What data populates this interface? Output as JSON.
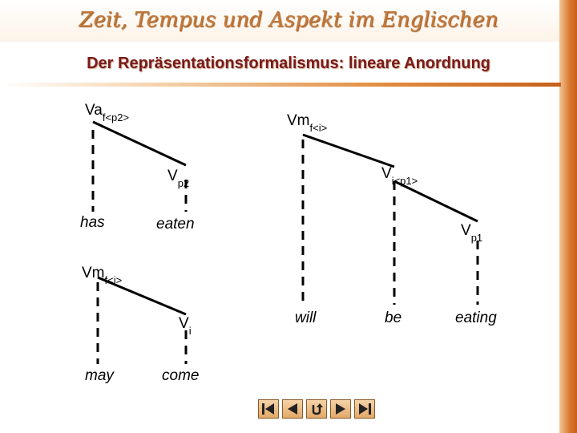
{
  "header": {
    "title": "Zeit, Tempus und Aspekt im Englischen"
  },
  "slide": {
    "title": "Der Repräsentationsformalismus: lineare Anordnung"
  },
  "nodes": {
    "va_f_p2": {
      "main": "Va",
      "sub": "f<p2>"
    },
    "vm_f_i_top": {
      "main": "Vm",
      "sub": "f<i>"
    },
    "v_p2": {
      "main": "V",
      "sub": "p2"
    },
    "v_i_p1": {
      "main": "V",
      "sub": "i<p1>"
    },
    "v_p1": {
      "main": "V",
      "sub": "p1"
    },
    "vm_f_i_bottom": {
      "main": "Vm",
      "sub": "f<i>"
    },
    "v_i": {
      "main": "V",
      "sub": "i"
    }
  },
  "leaves": {
    "has": "has",
    "eaten": "eaten",
    "may": "may",
    "come": "come",
    "will": "will",
    "be": "be",
    "eating": "eating"
  },
  "navigation": {
    "buttons": [
      "first-slide",
      "previous-slide",
      "return",
      "next-slide",
      "last-slide"
    ]
  },
  "colors": {
    "accent": "#d9762a",
    "title": "#7a1a1a",
    "header_text": "#c47a3c"
  }
}
